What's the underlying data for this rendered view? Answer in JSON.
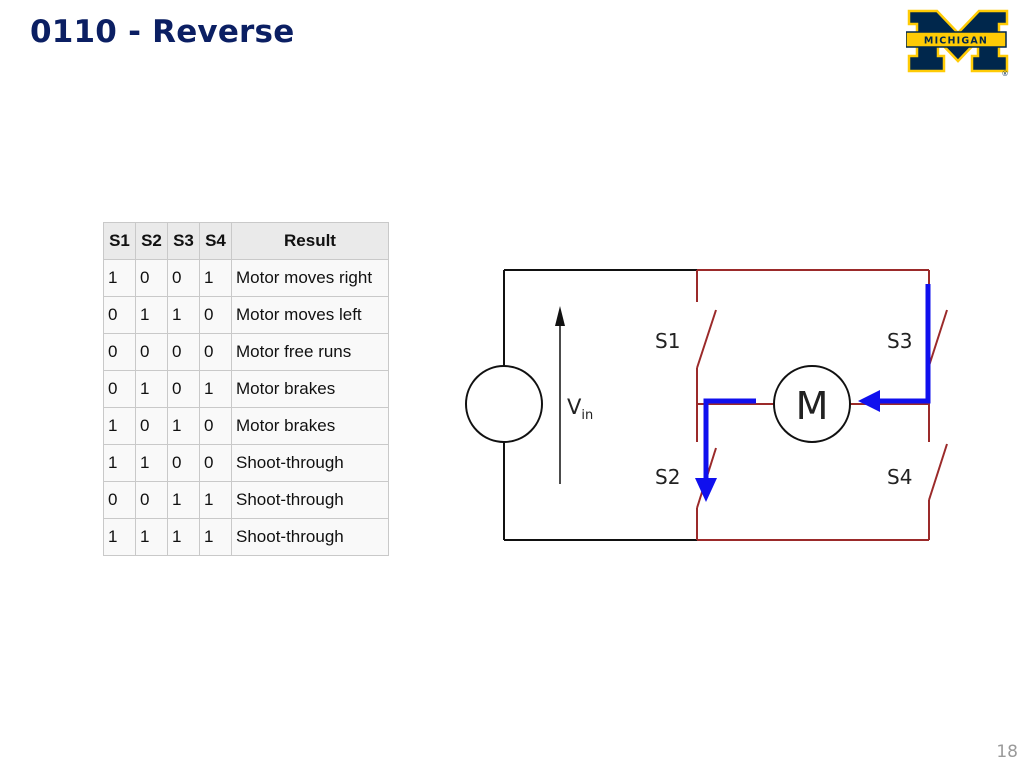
{
  "slide": {
    "title": "0110 - Reverse",
    "page_number": "18"
  },
  "logo": {
    "text": "MICHIGAN",
    "registered": "®",
    "colors": {
      "navy": "#00274c",
      "maize": "#ffcb05"
    }
  },
  "truth_table": {
    "headers": [
      "S1",
      "S2",
      "S3",
      "S4",
      "Result"
    ],
    "rows": [
      [
        "1",
        "0",
        "0",
        "1",
        "Motor moves right"
      ],
      [
        "0",
        "1",
        "1",
        "0",
        "Motor moves left"
      ],
      [
        "0",
        "0",
        "0",
        "0",
        "Motor free runs"
      ],
      [
        "0",
        "1",
        "0",
        "1",
        "Motor brakes"
      ],
      [
        "1",
        "0",
        "1",
        "0",
        "Motor brakes"
      ],
      [
        "1",
        "1",
        "0",
        "0",
        "Shoot-through"
      ],
      [
        "0",
        "0",
        "1",
        "1",
        "Shoot-through"
      ],
      [
        "1",
        "1",
        "1",
        "1",
        "Shoot-through"
      ]
    ]
  },
  "circuit": {
    "switch_labels": {
      "s1": "S1",
      "s2": "S2",
      "s3": "S3",
      "s4": "S4"
    },
    "motor_label": "M",
    "source_label": "V",
    "source_subscript": "in",
    "colors": {
      "wire_black": "#111111",
      "wire_red": "#9b2a2a",
      "current_path": "#1010ee"
    }
  }
}
